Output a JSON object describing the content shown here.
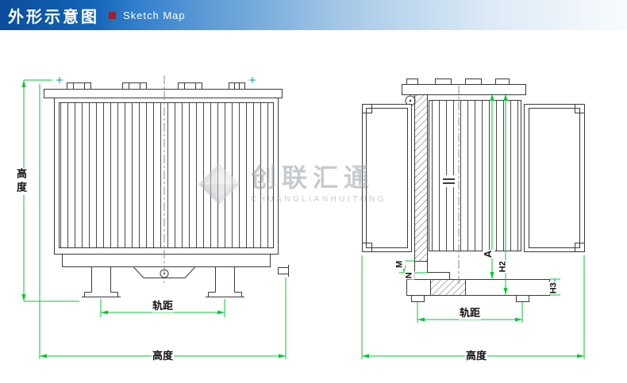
{
  "header": {
    "title": "外形示意图",
    "subtitle": "Sketch Map"
  },
  "watermark": {
    "cn": "创联汇通",
    "en": "CHUANGLIANHUITONG"
  },
  "front_view": {
    "labels": {
      "height_left": "高度",
      "gauge": "轨距",
      "width_bottom": "高度"
    }
  },
  "side_view": {
    "labels": {
      "m": "M",
      "n": "N",
      "a": "A",
      "h2": "H2",
      "h3": "H3",
      "gauge": "轨距",
      "width_bottom": "高度"
    }
  },
  "colors": {
    "dimension_green": "#00c832",
    "drawing_line": "#3a3a3a",
    "header_blue": "#0b4c9c",
    "accent_red": "#a91d22",
    "teal_mark": "#009a9a"
  }
}
